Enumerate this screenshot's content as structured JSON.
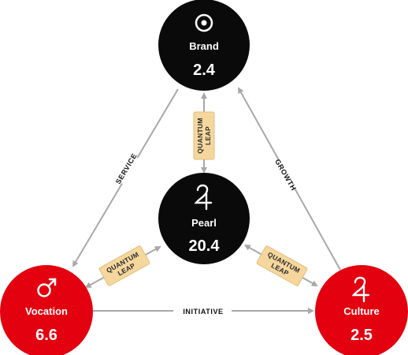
{
  "colors": {
    "dark": "#0a0a0a",
    "red": "#e3000f",
    "arrow": "#a8a8a8",
    "badge_fill": "#f5d79e",
    "badge_stroke": "#e2bd7a",
    "white": "#ffffff"
  },
  "nodes": {
    "brand": {
      "label": "Brand",
      "value": "2.4",
      "icon": "sun-symbol-icon"
    },
    "pearl": {
      "label": "Pearl",
      "value": "20.4",
      "icon": "jupiter-symbol-icon"
    },
    "vocation": {
      "label": "Vocation",
      "value": "6.6",
      "icon": "mars-symbol-icon"
    },
    "culture": {
      "label": "Culture",
      "value": "2.5",
      "icon": "jupiter-symbol-icon"
    }
  },
  "edges": {
    "service": "SERVICE",
    "growth": "GROWTH",
    "initiative": "INITIATIVE"
  },
  "quantum_leap": {
    "line1": "QUANTUM",
    "line2": "LEAP"
  }
}
